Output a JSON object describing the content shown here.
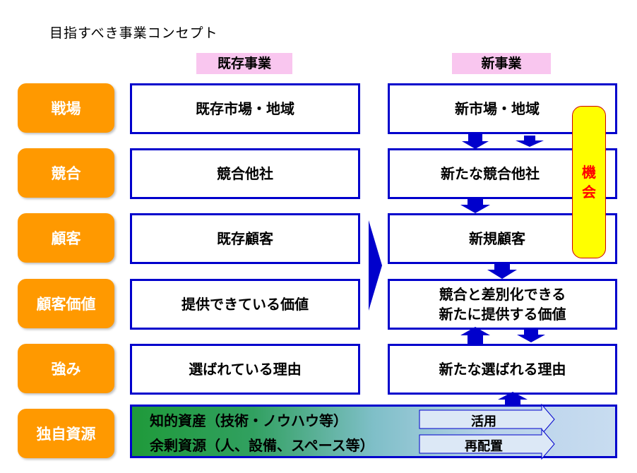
{
  "title": "目指すべき事業コンセプト",
  "columns": {
    "existing": "既存事業",
    "new": "新事業"
  },
  "rows": [
    {
      "label": "戦場",
      "existing": "既存市場・地域",
      "new": "新市場・地域"
    },
    {
      "label": "競合",
      "existing": "競合他社",
      "new": "新たな競合他社"
    },
    {
      "label": "顧客",
      "existing": "既存顧客",
      "new": "新規顧客"
    },
    {
      "label": "顧客価値",
      "existing": "提供できている価値",
      "new_line1": "競合と差別化できる",
      "new_line2": "新たに提供する価値"
    },
    {
      "label": "強み",
      "existing": "選ばれている理由",
      "new": "新たな選ばれる理由"
    }
  ],
  "resources": {
    "label": "独自資源",
    "line1": "知的資産（技術・ノウハウ等）",
    "line2": "余剰資源（人、設備、スペース等）",
    "arrow1": "活用",
    "arrow2": "再配置"
  },
  "opportunity": {
    "char1": "機",
    "char2": "会"
  },
  "colors": {
    "label_bg": "#ff9900",
    "box_border": "#0000cc",
    "header_bg": "#f9c6ef",
    "opportunity_bg": "#ffff00",
    "opportunity_text": "#ff0000"
  }
}
